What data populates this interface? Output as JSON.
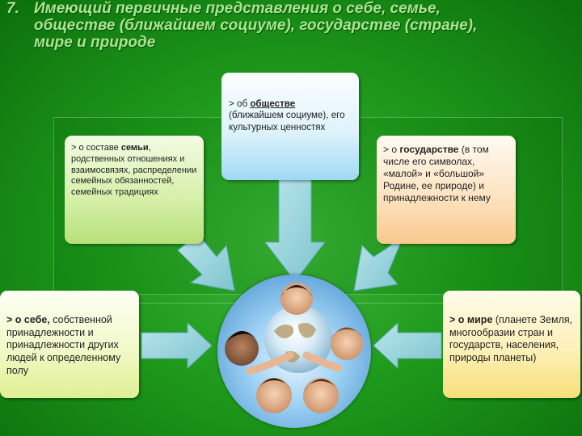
{
  "title": {
    "number": "7.",
    "line1": "Имеющий первичные представления о себе, семье,",
    "line2": "обществе (ближайшем  социуме), государстве (стране),",
    "line3": "мире и природе"
  },
  "boxes": {
    "family": {
      "prefix": "> о составе ",
      "bold": "семьи",
      "rest": ", родственных отношениях и взаимосвязях, распределении семейных обязанностей, семейных традициях"
    },
    "society": {
      "prefix": "> об ",
      "bold": "обществе",
      "rest": " (ближайшем социуме), его культурных ценностях"
    },
    "state": {
      "prefix": "> о ",
      "bold": "государстве",
      "rest": " (в том числе его символах, «малой» и «большой» Родине, ее природе) и принадлежности к нему"
    },
    "self": {
      "bold": "> о себе,",
      "rest": " собственной принадлежности и принадлежности других людей к определенному полу"
    },
    "world": {
      "bold": "> о мире",
      "rest": " (планете Земля,  многообразии стран и государств, населения, природы планеты)"
    }
  },
  "colors": {
    "arrow": "#8fd0d8",
    "arrow_dark": "#6bb8c4",
    "title": "#a8e58f"
  },
  "photo": {
    "icon": "children-around-globe-photo"
  }
}
